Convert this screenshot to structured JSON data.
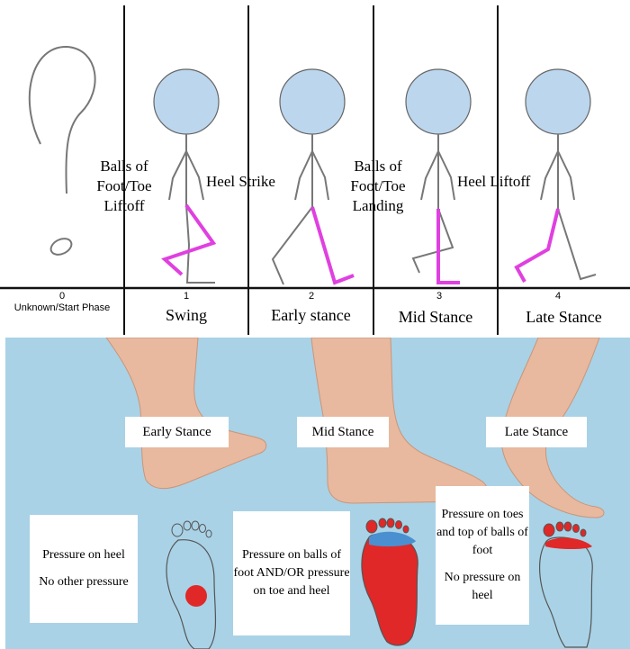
{
  "event_labels": {
    "balls_liftoff": [
      "Balls of",
      "Foot/Toe",
      "Liftoff"
    ],
    "heel_strike": "Heel Strike",
    "balls_landing": [
      "Balls of",
      "Foot/Toe",
      "Landing"
    ],
    "heel_liftoff": "Heel Liftoff"
  },
  "phases": [
    {
      "number": "0",
      "name": "Unknown/Start Phase"
    },
    {
      "number": "1",
      "name": "Swing"
    },
    {
      "number": "2",
      "name": "Early stance"
    },
    {
      "number": "3",
      "name": "Mid Stance"
    },
    {
      "number": "4",
      "name": "Late Stance"
    }
  ],
  "stance_labels": {
    "early": "Early Stance",
    "mid": "Mid Stance",
    "late": "Late Stance"
  },
  "descriptions": {
    "early": [
      "Pressure on heel",
      "No other pressure"
    ],
    "mid": [
      "Pressure on balls of foot AND/OR pressure on toe and heel"
    ],
    "late": [
      "Pressure on toes and top of balls of foot",
      "No pressure on heel"
    ]
  },
  "colors": {
    "head": "#bcd6ee",
    "leg_highlight": "#e040e0",
    "pressure": "#e02828",
    "pressure_mid": "#4a90d0",
    "panel_bg": "#a9d2e6",
    "skin": "#e8b99e"
  }
}
